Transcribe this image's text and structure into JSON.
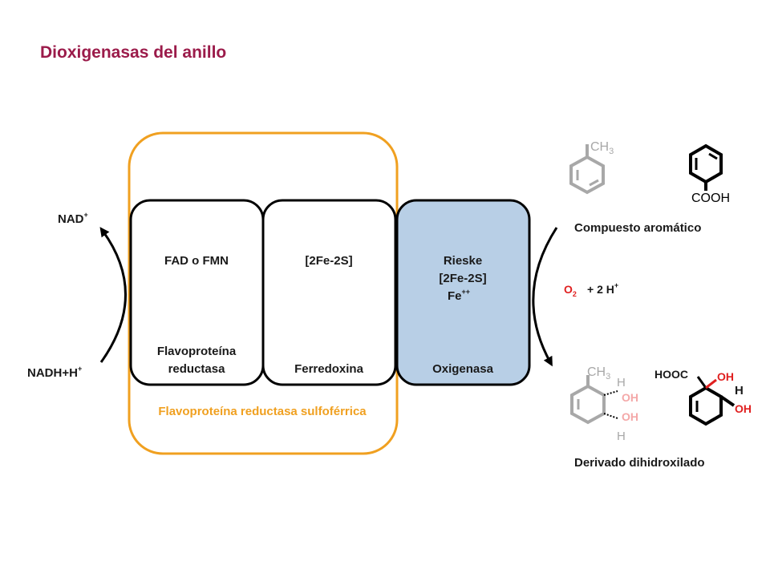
{
  "title": "Dioxigenasas del anillo",
  "colors": {
    "title": "#9b1b4a",
    "orange": "#f0a020",
    "oxygenase_fill": "#b8cfe6",
    "red": "#e02020",
    "pink": "#f4a8a8",
    "gray": "#a8a8a8"
  },
  "left": {
    "nad": "NAD",
    "nad_sup": "+",
    "nadh": "NADH+H",
    "nadh_sup": "+"
  },
  "boxes": [
    {
      "top": "FAD o FMN",
      "bottom_1": "Flavoproteína",
      "bottom_2": "reductasa"
    },
    {
      "top": "[2Fe-2S]",
      "bottom_1": "Ferredoxina"
    },
    {
      "top_1": "Rieske",
      "top_2": "[2Fe-2S]",
      "top_3": "Fe",
      "top_3_sup": "++",
      "bottom_1": "Oxigenasa"
    }
  ],
  "group_label": "Flavoproteína reductasa sulfoférrica",
  "right": {
    "o2": "O",
    "o2_sub": "2",
    "protons": "+ 2 H",
    "protons_sup": "+",
    "substrate_label": "Compuesto aromático",
    "product_label": "Derivado dihidroxilado"
  },
  "structures": {
    "ch3": "CH",
    "ch3_sub": "3",
    "cooh": "COOH",
    "hooc": "HOOC",
    "h": "H",
    "oh": "OH"
  }
}
